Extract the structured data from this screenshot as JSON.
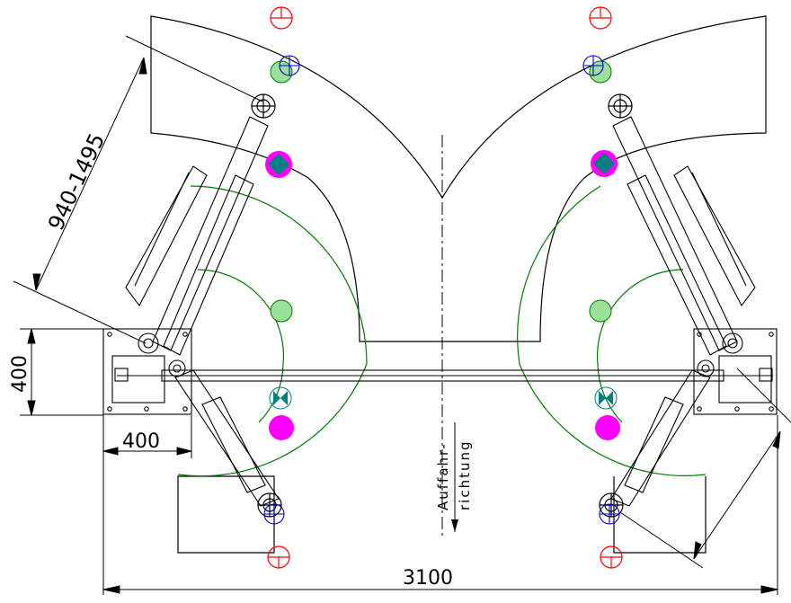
{
  "dimensions": {
    "arm_length": "940-1495",
    "base_height": "400",
    "base_width": "400",
    "overall_width": "3100"
  },
  "direction_label": {
    "line1": "Auffahr-",
    "line2": "richtung"
  },
  "colors": {
    "outline": "#000000",
    "swing_arc": "#007a00",
    "lift_point_pink": "#ff00ff",
    "lift_point_teal": "#008080",
    "pad_green": "#9be09b",
    "blue_marker": "#0000cc",
    "red_marker": "#ff0000"
  }
}
